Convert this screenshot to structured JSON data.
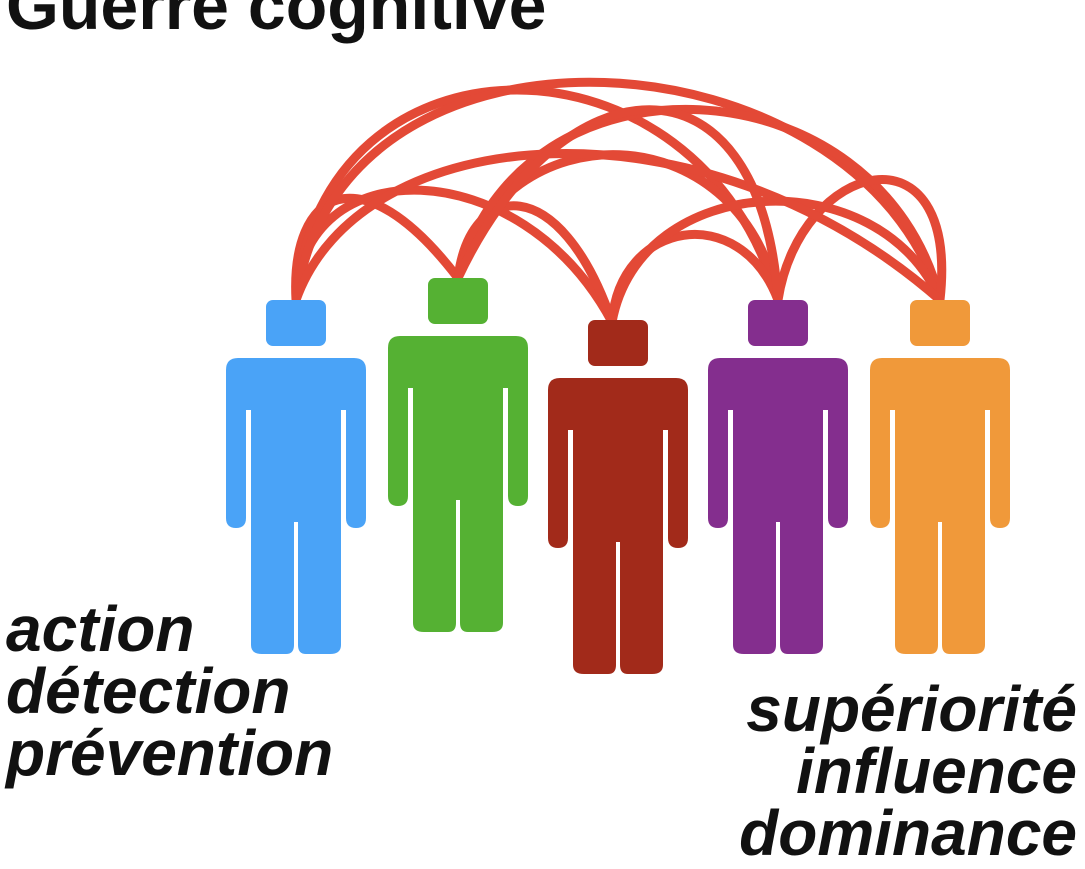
{
  "title": "Guerre cognitive",
  "left_words": [
    "action",
    "détection",
    "prévention"
  ],
  "right_words": [
    "supériorité",
    "influence",
    "dominance"
  ],
  "colors": {
    "link": "#e13a25",
    "text": "#111111",
    "people": [
      "#4aa3f7",
      "#55b133",
      "#a22a1a",
      "#842e8e",
      "#f0993a"
    ]
  },
  "icons": [
    "person-icon"
  ]
}
